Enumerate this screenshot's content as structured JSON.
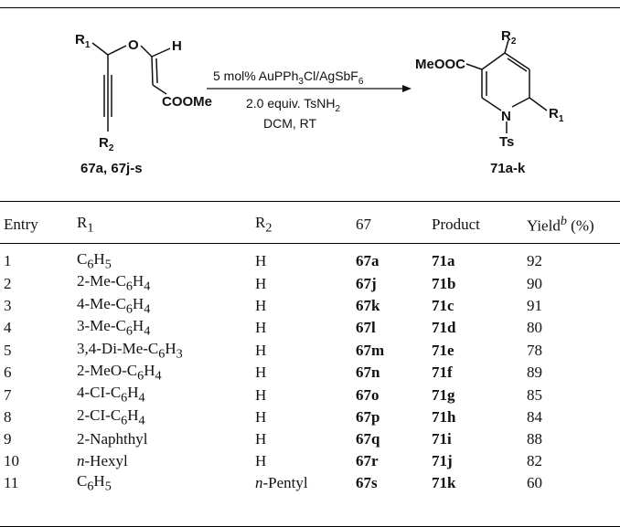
{
  "scheme": {
    "reactant_labels": {
      "r1": "R",
      "r1_sub": "1",
      "o": "O",
      "h": "H",
      "coome": "COOMe",
      "r2": "R",
      "r2_sub": "2"
    },
    "reactant_id": "67a, 67j-s",
    "condition_line1": {
      "a": "5 mol% AuPPh",
      "a_sub": "3",
      "b": "Cl/AgSbF",
      "b_sub": "6"
    },
    "condition_line2": {
      "a": "2.0 equiv. TsNH",
      "a_sub": "2"
    },
    "condition_line3": "DCM, RT",
    "product_labels": {
      "meooc": "MeOOC",
      "r2": "R",
      "r2_sub": "2",
      "n": "N",
      "r1": "R",
      "r1_sub": "1",
      "ts": "Ts"
    },
    "product_id": "71a-k"
  },
  "table": {
    "headers": {
      "entry": "Entry",
      "r1": "R",
      "r1_sub": "1",
      "r2": "R",
      "r2_sub": "2",
      "c67": "67",
      "product": "Product",
      "yield": "Yield",
      "yield_sup": "b",
      "yield_unit": " (%)"
    },
    "rows": [
      {
        "entry": "1",
        "r1": [
          {
            "t": "C"
          },
          {
            "t": "6",
            "s": "sub"
          },
          {
            "t": "H"
          },
          {
            "t": "5",
            "s": "sub"
          }
        ],
        "r2": [
          {
            "t": "H"
          }
        ],
        "c67": "67a",
        "product": "71a",
        "yield": "92"
      },
      {
        "entry": "2",
        "r1": [
          {
            "t": "2-Me-C"
          },
          {
            "t": "6",
            "s": "sub"
          },
          {
            "t": "H"
          },
          {
            "t": "4",
            "s": "sub"
          }
        ],
        "r2": [
          {
            "t": "H"
          }
        ],
        "c67": "67j",
        "product": "71b",
        "yield": "90"
      },
      {
        "entry": "3",
        "r1": [
          {
            "t": "4-Me-C"
          },
          {
            "t": "6",
            "s": "sub"
          },
          {
            "t": "H"
          },
          {
            "t": "4",
            "s": "sub"
          }
        ],
        "r2": [
          {
            "t": "H"
          }
        ],
        "c67": "67k",
        "product": "71c",
        "yield": "91"
      },
      {
        "entry": "4",
        "r1": [
          {
            "t": "3-Me-C"
          },
          {
            "t": "6",
            "s": "sub"
          },
          {
            "t": "H"
          },
          {
            "t": "4",
            "s": "sub"
          }
        ],
        "r2": [
          {
            "t": "H"
          }
        ],
        "c67": "67l",
        "product": "71d",
        "yield": "80"
      },
      {
        "entry": "5",
        "r1": [
          {
            "t": "3,4-Di-Me-C"
          },
          {
            "t": "6",
            "s": "sub"
          },
          {
            "t": "H"
          },
          {
            "t": "3",
            "s": "sub"
          }
        ],
        "r2": [
          {
            "t": "H"
          }
        ],
        "c67": "67m",
        "product": "71e",
        "yield": "78"
      },
      {
        "entry": "6",
        "r1": [
          {
            "t": "2-MeO-C"
          },
          {
            "t": "6",
            "s": "sub"
          },
          {
            "t": "H"
          },
          {
            "t": "4",
            "s": "sub"
          }
        ],
        "r2": [
          {
            "t": "H"
          }
        ],
        "c67": "67n",
        "product": "71f",
        "yield": "89"
      },
      {
        "entry": "7",
        "r1": [
          {
            "t": "4-CI-C"
          },
          {
            "t": "6",
            "s": "sub"
          },
          {
            "t": "H"
          },
          {
            "t": "4",
            "s": "sub"
          }
        ],
        "r2": [
          {
            "t": "H"
          }
        ],
        "c67": "67o",
        "product": "71g",
        "yield": "85"
      },
      {
        "entry": "8",
        "r1": [
          {
            "t": "2-CI-C"
          },
          {
            "t": "6",
            "s": "sub"
          },
          {
            "t": "H"
          },
          {
            "t": "4",
            "s": "sub"
          }
        ],
        "r2": [
          {
            "t": "H"
          }
        ],
        "c67": "67p",
        "product": "71h",
        "yield": "84"
      },
      {
        "entry": "9",
        "r1": [
          {
            "t": "2-Naphthyl"
          }
        ],
        "r2": [
          {
            "t": "H"
          }
        ],
        "c67": "67q",
        "product": "71i",
        "yield": "88"
      },
      {
        "entry": "10",
        "r1": [
          {
            "t": "n",
            "s": "i"
          },
          {
            "t": "-Hexyl"
          }
        ],
        "r2": [
          {
            "t": "H"
          }
        ],
        "c67": "67r",
        "product": "71j",
        "yield": "82"
      },
      {
        "entry": "11",
        "r1": [
          {
            "t": "C"
          },
          {
            "t": "6",
            "s": "sub"
          },
          {
            "t": "H"
          },
          {
            "t": "5",
            "s": "sub"
          }
        ],
        "r2": [
          {
            "t": "n",
            "s": "i"
          },
          {
            "t": "-Pentyl"
          }
        ],
        "c67": "67s",
        "product": "71k",
        "yield": "60"
      }
    ]
  }
}
